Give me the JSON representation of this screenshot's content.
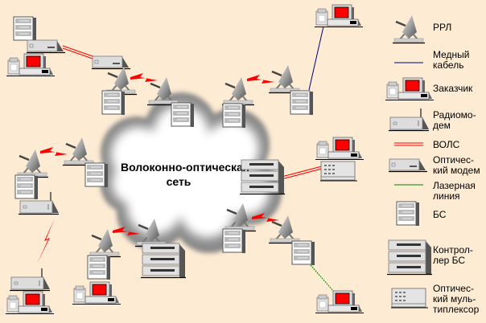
{
  "cloud": {
    "line1": "Волоконно-оптическая",
    "line2": "сеть"
  },
  "legend": {
    "rrl": "РРЛ",
    "copper": [
      "Медный",
      "кабель"
    ],
    "customer": "Заказчик",
    "radiomodem": [
      "Радиомо-",
      "дем"
    ],
    "vols": "ВОЛС",
    "optical_modem": [
      "Оптичес-",
      "кий модем"
    ],
    "laser": [
      "Лазерная",
      "линия"
    ],
    "bs": "БС",
    "controller": [
      "Контрол-",
      "лер БС"
    ],
    "multiplexer": [
      "Оптичес-",
      "кий муль-",
      "типлексор"
    ]
  },
  "colors": {
    "background": "#FDEBD3",
    "vols": "#FF0000",
    "copper": "#000080",
    "laser": "#008000",
    "screen": "#FF0000"
  }
}
